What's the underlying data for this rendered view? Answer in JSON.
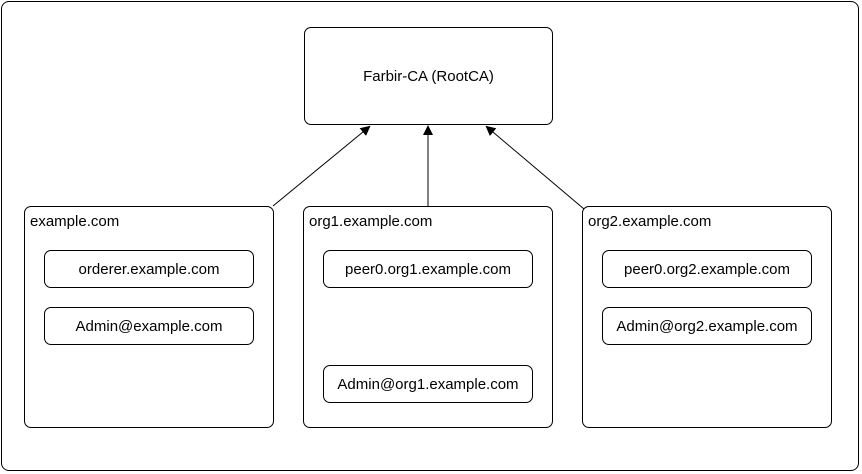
{
  "root_ca": {
    "label": "Farbir-CA (RootCA)"
  },
  "orgs": [
    {
      "title": "example.com",
      "nodes": [
        "orderer.example.com",
        "Admin@example.com"
      ]
    },
    {
      "title": "org1.example.com",
      "nodes": [
        "peer0.org1.example.com",
        "Admin@org1.example.com"
      ]
    },
    {
      "title": "org2.example.com",
      "nodes": [
        "peer0.org2.example.com",
        "Admin@org2.example.com"
      ]
    }
  ],
  "colors": {
    "stroke": "#000000",
    "background": "#ffffff"
  }
}
